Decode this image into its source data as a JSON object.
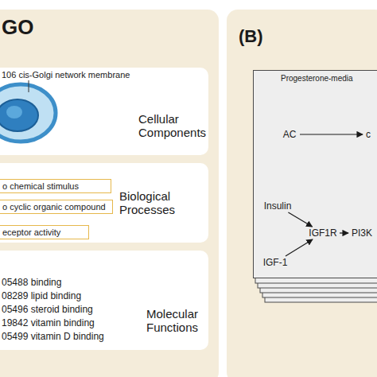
{
  "diagram": {
    "nodes": [
      {
        "text": [
          "GO"
        ]
      },
      {
        "text": [
          "Cellular Components"
        ],
        "in": 0
      },
      {
        "text": [
          "Biological Processes"
        ],
        "in": 0
      },
      {
        "text": [
          "o chemical stimulus"
        ],
        "in": 2
      },
      {
        "text": [
          "o cyclic organic compound"
        ],
        "in": 2
      },
      {
        "text": [
          "eceptor activity"
        ],
        "in": 2
      },
      {
        "text": [
          "05488 binding",
          "08289 lipid binding",
          "05496 steroid binding",
          "19842 vitamin binding",
          "05499 vitamin D binding",
          "Molecular Functions"
        ],
        "in": 0
      },
      {
        "text": [
          "(B)"
        ]
      },
      {
        "text": [
          "Progesterone-media"
        ],
        "in": 7
      },
      {
        "text": [
          "AC"
        ],
        "in": 8
      },
      {
        "text": [
          "c"
        ],
        "in": 8
      },
      {
        "text": [
          "Insulin"
        ],
        "in": 8
      },
      {
        "text": [
          "IGF1R"
        ],
        "in": 8
      },
      {
        "text": [
          "PI3K"
        ],
        "in": 8
      },
      {
        "text": [
          "IGF-1"
        ],
        "in": 8
      }
    ],
    "edges": [
      {
        "from": 9,
        "to": 10,
        "arrow": "to"
      },
      {
        "from": 11,
        "to": 12,
        "arrow": "to"
      },
      {
        "from": 14,
        "to": 12,
        "arrow": "to"
      },
      {
        "from": 12,
        "to": 13,
        "arrow": "to"
      }
    ],
    "labels": [
      "106 cis-Golgi network membrane"
    ]
  }
}
